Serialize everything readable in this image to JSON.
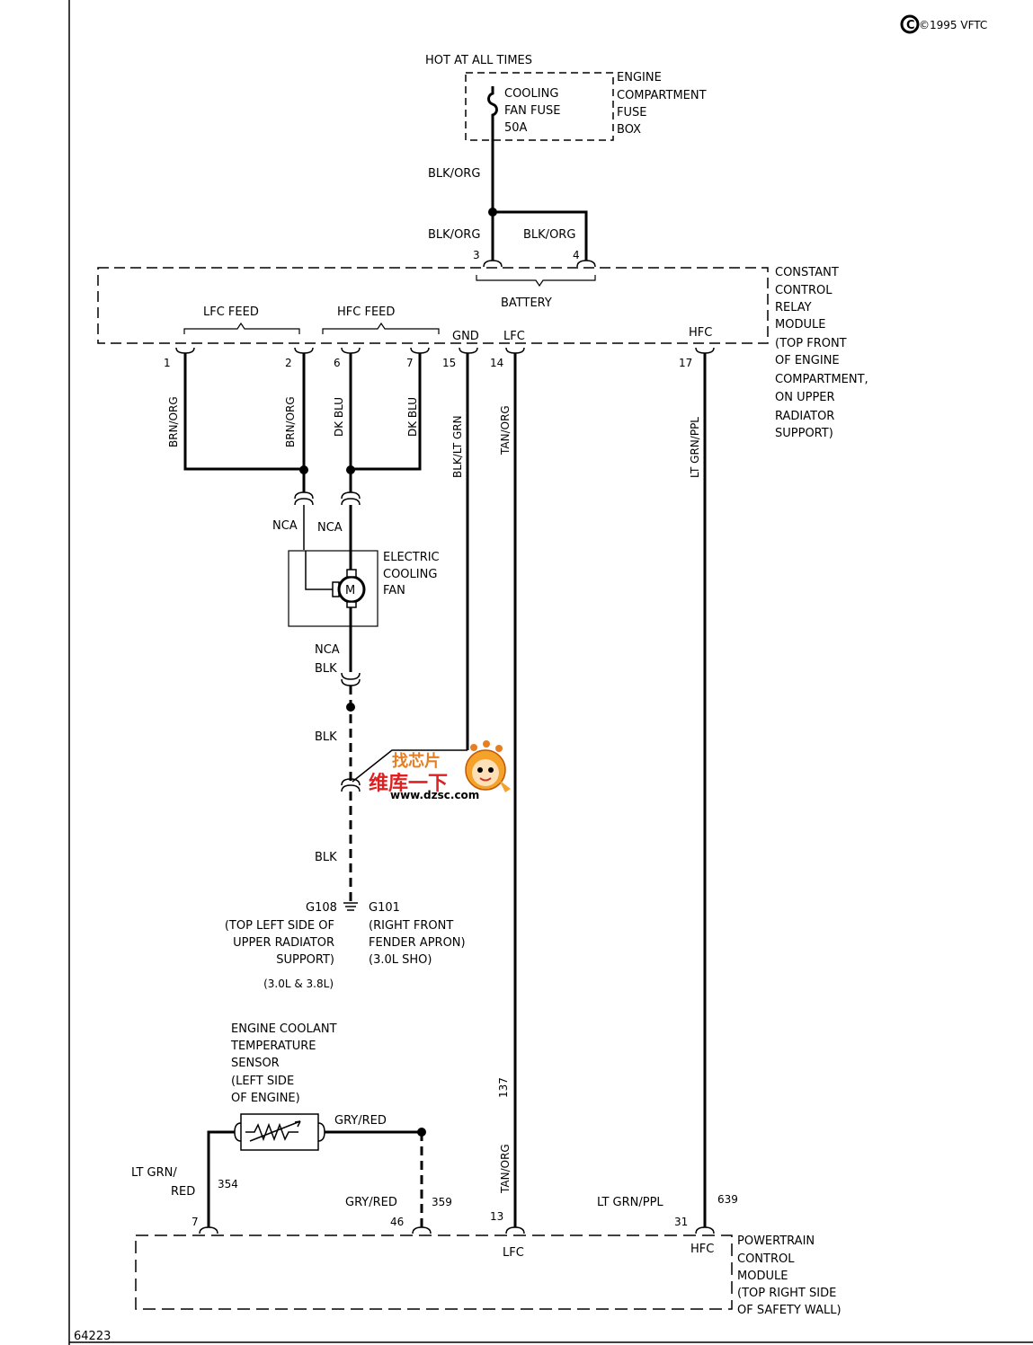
{
  "copyright": "©1995 VFTC",
  "figure_code": "64223",
  "fuse": {
    "header": "HOT AT ALL TIMES",
    "name_lines": [
      "COOLING",
      "FAN FUSE",
      "50A"
    ],
    "box_lines": [
      "ENGINE",
      "COMPARTMENT",
      "FUSE",
      "BOX"
    ]
  },
  "relay": {
    "name_lines": [
      "CONSTANT",
      "CONTROL",
      "RELAY",
      "MODULE",
      "(TOP FRONT",
      "OF ENGINE",
      "COMPARTMENT,",
      "ON UPPER",
      "RADIATOR",
      "SUPPORT)"
    ],
    "battery_label": "BATTERY",
    "lfc_feed": "LFC FEED",
    "hfc_feed": "HFC FEED",
    "gnd": "GND",
    "lfc": "LFC",
    "hfc": "HFC",
    "pins": [
      "1",
      "2",
      "6",
      "7",
      "15",
      "14",
      "17",
      "3",
      "4"
    ]
  },
  "wires": {
    "blk_org_1": "BLK/ORG",
    "blk_org_2": "BLK/ORG",
    "blk_org_3": "BLK/ORG",
    "brn_org_1": "BRN/ORG",
    "brn_org_2": "BRN/ORG",
    "dk_blu_1": "DK BLU",
    "dk_blu_2": "DK BLU",
    "blk_lt_grn": "BLK/LT GRN",
    "tan_org_1": "TAN/ORG",
    "tan_org_2": "TAN/ORG",
    "lt_grn_ppl_1": "LT GRN/PPL",
    "lt_grn_ppl_2": "LT GRN/PPL",
    "blk_1": "BLK",
    "blk_2": "BLK",
    "blk_3": "BLK",
    "gry_red_1": "GRY/RED",
    "gry_red_2": "GRY/RED",
    "lt_grn_red_1": "LT GRN/",
    "lt_grn_red_2": "RED",
    "circuit_137": "137",
    "circuit_354": "354",
    "circuit_359": "359",
    "circuit_639": "639"
  },
  "fan": {
    "nca_1": "NCA",
    "nca_2": "NCA",
    "nca_3": "NCA",
    "name_lines": [
      "ELECTRIC",
      "COOLING",
      "FAN"
    ],
    "motor": "M"
  },
  "grounds": {
    "g108": "G108",
    "g101": "G101",
    "g108_lines": [
      "(TOP LEFT SIDE OF",
      "UPPER RADIATOR",
      "SUPPORT)",
      "(3.0L & 3.8L)"
    ],
    "g101_lines": [
      "(RIGHT FRONT",
      "FENDER APRON)",
      "(3.0L SHO)"
    ]
  },
  "ect": {
    "name_lines": [
      "ENGINE COOLANT",
      "TEMPERATURE",
      "SENSOR",
      "(LEFT SIDE",
      "OF ENGINE)"
    ]
  },
  "pcm": {
    "name_lines": [
      "POWERTRAIN",
      "CONTROL",
      "MODULE",
      "(TOP RIGHT SIDE",
      "OF SAFETY WALL)"
    ],
    "lfc": "LFC",
    "hfc": "HFC",
    "pins": [
      "7",
      "46",
      "13",
      "31"
    ]
  },
  "watermark": {
    "line1": "找芯片",
    "line2": "维库一下",
    "url": "www.dzsc.com"
  }
}
